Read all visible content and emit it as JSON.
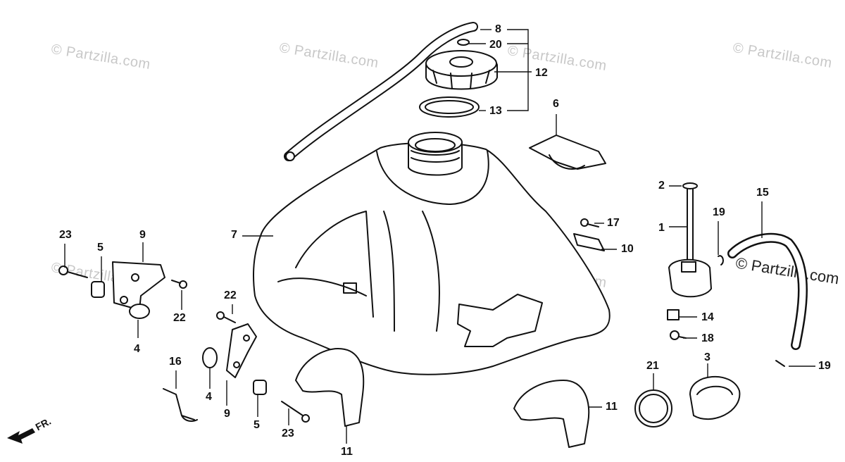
{
  "watermark_text": "© Partzilla.com",
  "front_indicator": "FR.",
  "callouts": {
    "c8": "8",
    "c20": "20",
    "c12": "12",
    "c13": "13",
    "c6": "6",
    "c7": "7",
    "c2": "2",
    "c1": "1",
    "c15": "15",
    "c19a": "19",
    "c17": "17",
    "c10": "10",
    "c14": "14",
    "c18": "18",
    "c19b": "19",
    "c3": "3",
    "c21": "21",
    "c11a": "11",
    "c11b": "11",
    "c23a": "23",
    "c5a": "5",
    "c9a": "9",
    "c22a": "22",
    "c4a": "4",
    "c22b": "22",
    "c16": "16",
    "c4b": "4",
    "c9b": "9",
    "c5b": "5",
    "c23b": "23"
  },
  "colors": {
    "line": "#111111",
    "fill": "#ffffff",
    "watermark": "#c8c8c8"
  }
}
